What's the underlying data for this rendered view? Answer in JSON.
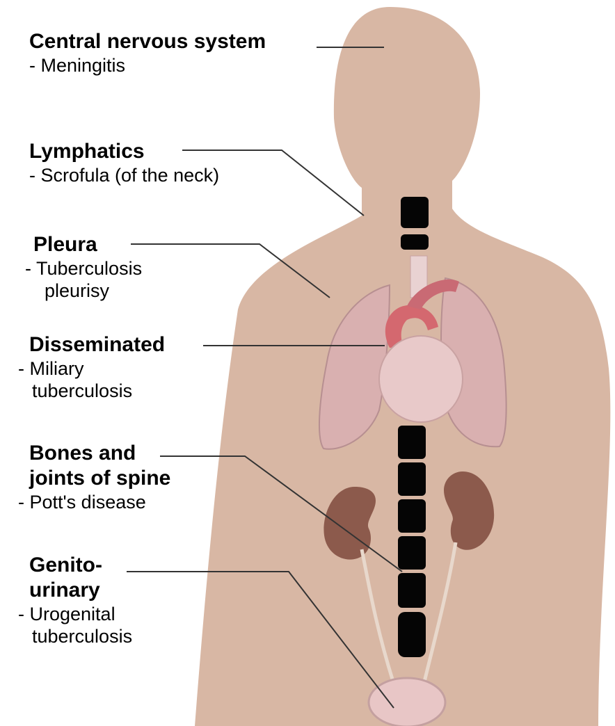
{
  "labels": {
    "cns": {
      "title": "Central nervous system",
      "lines": [
        "- Meningitis"
      ]
    },
    "lymphatics": {
      "title": "Lymphatics",
      "lines": [
        "- Scrofula (of the neck)"
      ]
    },
    "pleura": {
      "title": "Pleura",
      "lines": [
        "- Tuberculosis",
        "pleurisy"
      ]
    },
    "disseminated": {
      "title": "Disseminated",
      "lines": [
        "- Miliary",
        "tuberculosis"
      ]
    },
    "bones": {
      "title_lines": [
        "Bones and",
        "joints of spine"
      ],
      "lines": [
        "- Pott's disease"
      ]
    },
    "genitourinary": {
      "title_lines": [
        "Genito-",
        "urinary"
      ],
      "lines": [
        "- Urogenital",
        "tuberculosis"
      ]
    }
  },
  "colors": {
    "skin": "#d8b7a4",
    "lung": "#d9b0b0",
    "heart": "#e8c9c9",
    "aorta": "#d4686f",
    "kidney": "#8c5a4c",
    "spine": "#050505",
    "leader": "#333333"
  }
}
